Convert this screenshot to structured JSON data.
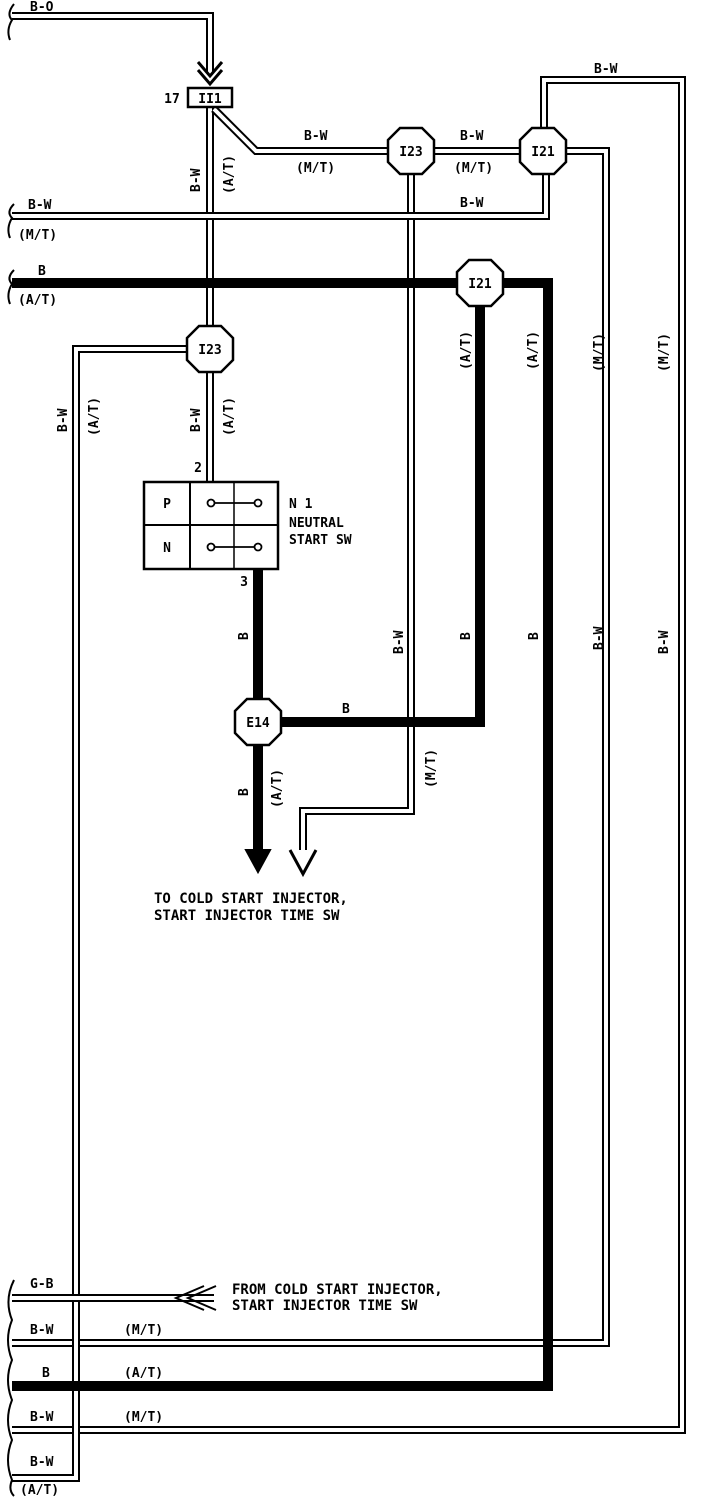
{
  "wire_labels": {
    "top_bo": "B-O",
    "bw": "B-W",
    "b": "B",
    "gb": "G-B",
    "mt": "(M/T)",
    "at": "(A/T)"
  },
  "connectors": {
    "ii1": "II1",
    "ii1_pin": "17",
    "i23": "I23",
    "i21": "I21",
    "e14": "E14"
  },
  "switch": {
    "id": "N 1",
    "name_line1": "NEUTRAL",
    "name_line2": "START SW",
    "pos_p": "P",
    "pos_n": "N",
    "pin_top": "2",
    "pin_bottom": "3"
  },
  "notes": {
    "to_line1": "TO COLD START INJECTOR,",
    "to_line2": "START INJECTOR TIME SW",
    "from_line1": "FROM COLD START INJECTOR,",
    "from_line2": "START INJECTOR TIME SW"
  },
  "colors": {
    "ink": "#000000",
    "paper": "#ffffff"
  }
}
